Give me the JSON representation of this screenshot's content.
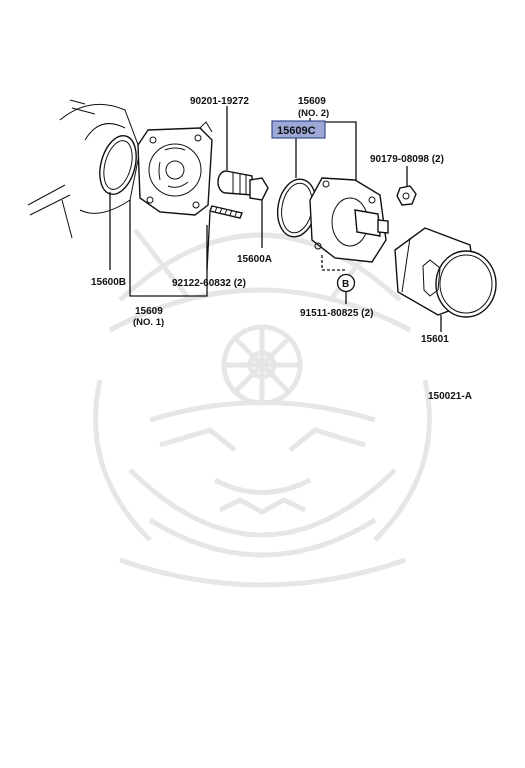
{
  "labels": {
    "p90201": "90201-19272",
    "p15609_top": "15609",
    "p15609_top_sub": "(NO. 2)",
    "p15609c": "15609C",
    "p90179": "90179-08098 (2)",
    "p15600b": "15600B",
    "p15609_bottom": "15609",
    "p15609_bottom_sub": "(NO. 1)",
    "p92122": "92122-60832 (2)",
    "p15600a": "15600A",
    "callout_b": "B",
    "p91511": "91511-80825 (2)",
    "p15601": "15601",
    "drawing_no": "150021-A"
  },
  "colors": {
    "highlight_fill": "#9da8d6",
    "highlight_border": "#3a4d8f",
    "ink": "#111111",
    "watermark": "#e6e6e6"
  }
}
